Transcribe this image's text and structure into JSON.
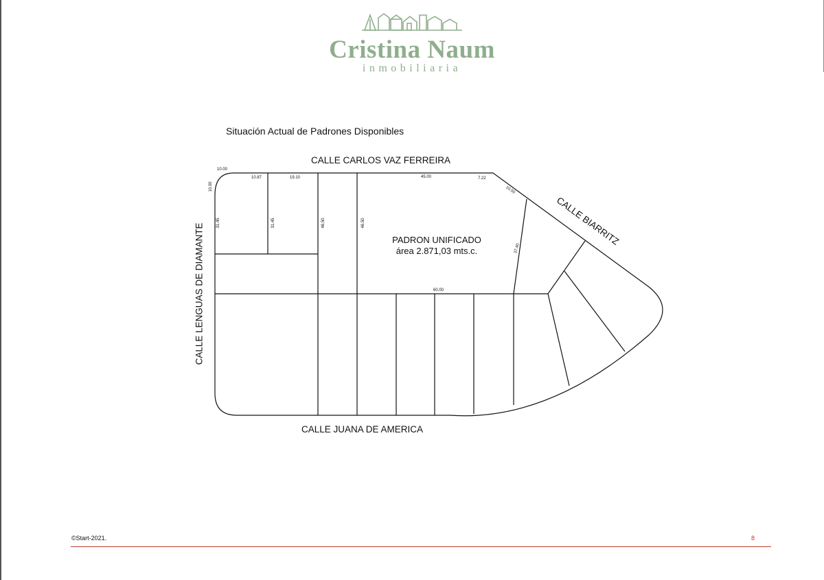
{
  "logo": {
    "name": "Cristina Naum",
    "subtitle": "inmobiliaria",
    "color": "#8fae8d"
  },
  "page_title": "Situación Actual de Padrones Disponibles",
  "streets": {
    "top": "CALLE CARLOS VAZ FERREIRA",
    "left": "CALLE LENGUAS DE DIAMANTE",
    "bottom": "CALLE JUANA DE AMERICA",
    "diagonal": "CALLE BIARRITZ"
  },
  "parcel": {
    "name": "PADRON UNIFICADO",
    "area": "área 2.871,03 mts.c."
  },
  "dimensions": {
    "d1": "10.00",
    "d2": "10.00",
    "d3": "10.87",
    "d4": "19.10",
    "d5": "31.45",
    "d6": "31.45",
    "d7": "46.50",
    "d8": "46.50",
    "d9": "45.00",
    "d10": "7.22",
    "d11": "10.50",
    "d12": "37.40",
    "d13": "60.00"
  },
  "footer": {
    "copyright": "©Start-2021.",
    "page": "8",
    "accent": "#c0392b"
  }
}
